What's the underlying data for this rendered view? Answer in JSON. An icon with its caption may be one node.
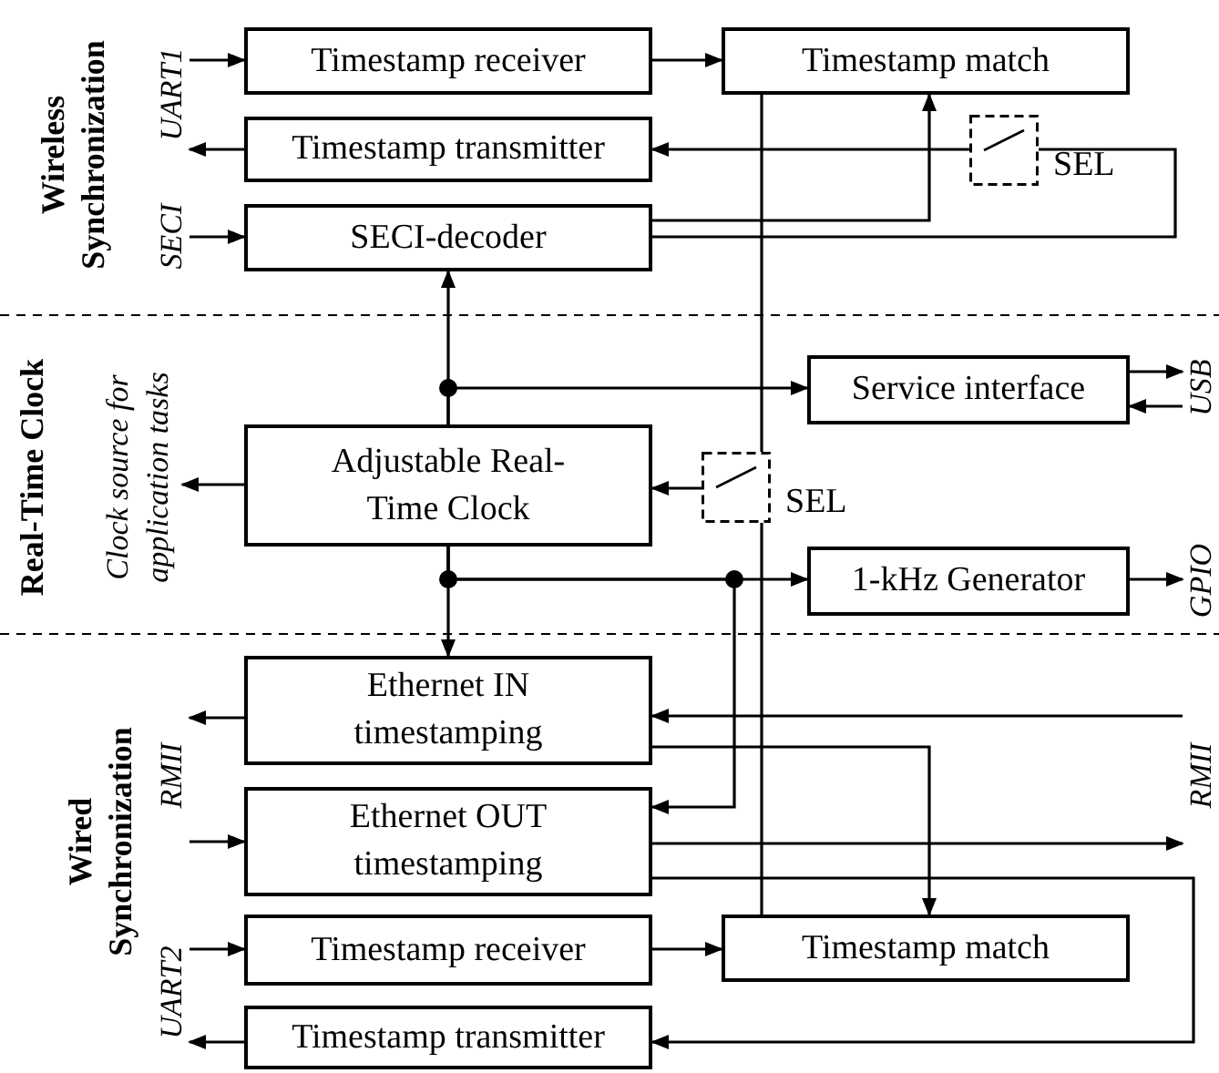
{
  "diagram": {
    "nodes": [
      {
        "text": [
          "Timestamp receiver"
        ]
      },
      {
        "text": [
          "Timestamp match"
        ]
      },
      {
        "text": [
          "Timestamp transmitter"
        ]
      },
      {
        "text": [
          "SECI-decoder"
        ]
      },
      {
        "text": [
          "Service interface"
        ]
      },
      {
        "text": [
          "Adjustable Real-Time Clock"
        ]
      },
      {
        "text": [],
        "shape": "switch",
        "beside": [
          "SEL"
        ]
      },
      {
        "text": [],
        "shape": "switch",
        "beside": [
          "SEL"
        ]
      },
      {
        "text": [
          "1-kHz Generator"
        ]
      },
      {
        "text": [
          "Ethernet IN timestamping"
        ]
      },
      {
        "text": [
          "Ethernet OUT timestamping"
        ]
      },
      {
        "text": [
          "Timestamp receiver"
        ]
      },
      {
        "text": [
          "Timestamp match"
        ]
      },
      {
        "text": [
          "Timestamp transmitter"
        ]
      },
      {
        "text": [
          "UART1"
        ]
      },
      {
        "text": [
          "SECI"
        ]
      },
      {
        "text": [
          "Clock source for application tasks"
        ]
      },
      {
        "text": [
          "USB"
        ]
      },
      {
        "text": [
          "GPIO"
        ]
      },
      {
        "text": [
          "RMII"
        ]
      },
      {
        "text": [
          "RMII"
        ]
      },
      {
        "text": [
          "UART2"
        ]
      }
    ],
    "edges": [
      {
        "from": 14,
        "to": 0,
        "arrow": "to"
      },
      {
        "from": 0,
        "to": 1,
        "arrow": "to"
      },
      {
        "from": 2,
        "to": 14,
        "arrow": "to"
      },
      {
        "from": 15,
        "to": 3,
        "arrow": "to"
      },
      {
        "from": 3,
        "to": 1,
        "arrow": "to"
      },
      {
        "from": 3,
        "to": 6,
        "arrow": "none"
      },
      {
        "from": 6,
        "to": 2,
        "arrow": "to"
      },
      {
        "from": 5,
        "to": 3,
        "arrow": "to"
      },
      {
        "from": 5,
        "to": 4,
        "arrow": "to"
      },
      {
        "from": 4,
        "to": 17,
        "arrow": "to"
      },
      {
        "from": 17,
        "to": 4,
        "arrow": "to"
      },
      {
        "from": 5,
        "to": 16,
        "arrow": "to"
      },
      {
        "from": 1,
        "to": 7,
        "arrow": "none"
      },
      {
        "from": 12,
        "to": 7,
        "arrow": "none"
      },
      {
        "from": 7,
        "to": 5,
        "arrow": "to"
      },
      {
        "from": 5,
        "to": 9,
        "arrow": "to"
      },
      {
        "from": 5,
        "to": 8,
        "arrow": "to"
      },
      {
        "from": 5,
        "to": 10,
        "arrow": "to"
      },
      {
        "from": 8,
        "to": 18,
        "arrow": "to"
      },
      {
        "from": 20,
        "to": 9,
        "arrow": "to"
      },
      {
        "from": 9,
        "to": 19,
        "arrow": "to"
      },
      {
        "from": 9,
        "to": 12,
        "arrow": "to"
      },
      {
        "from": 19,
        "to": 10,
        "arrow": "to"
      },
      {
        "from": 10,
        "to": 20,
        "arrow": "to"
      },
      {
        "from": 10,
        "to": 13,
        "arrow": "to"
      },
      {
        "from": 21,
        "to": 11,
        "arrow": "to"
      },
      {
        "from": 11,
        "to": 12,
        "arrow": "to"
      },
      {
        "from": 13,
        "to": 21,
        "arrow": "to"
      }
    ],
    "labels": [
      "Wireless Synchronization",
      "Real-Time Clock",
      "Wired Synchronization"
    ]
  }
}
